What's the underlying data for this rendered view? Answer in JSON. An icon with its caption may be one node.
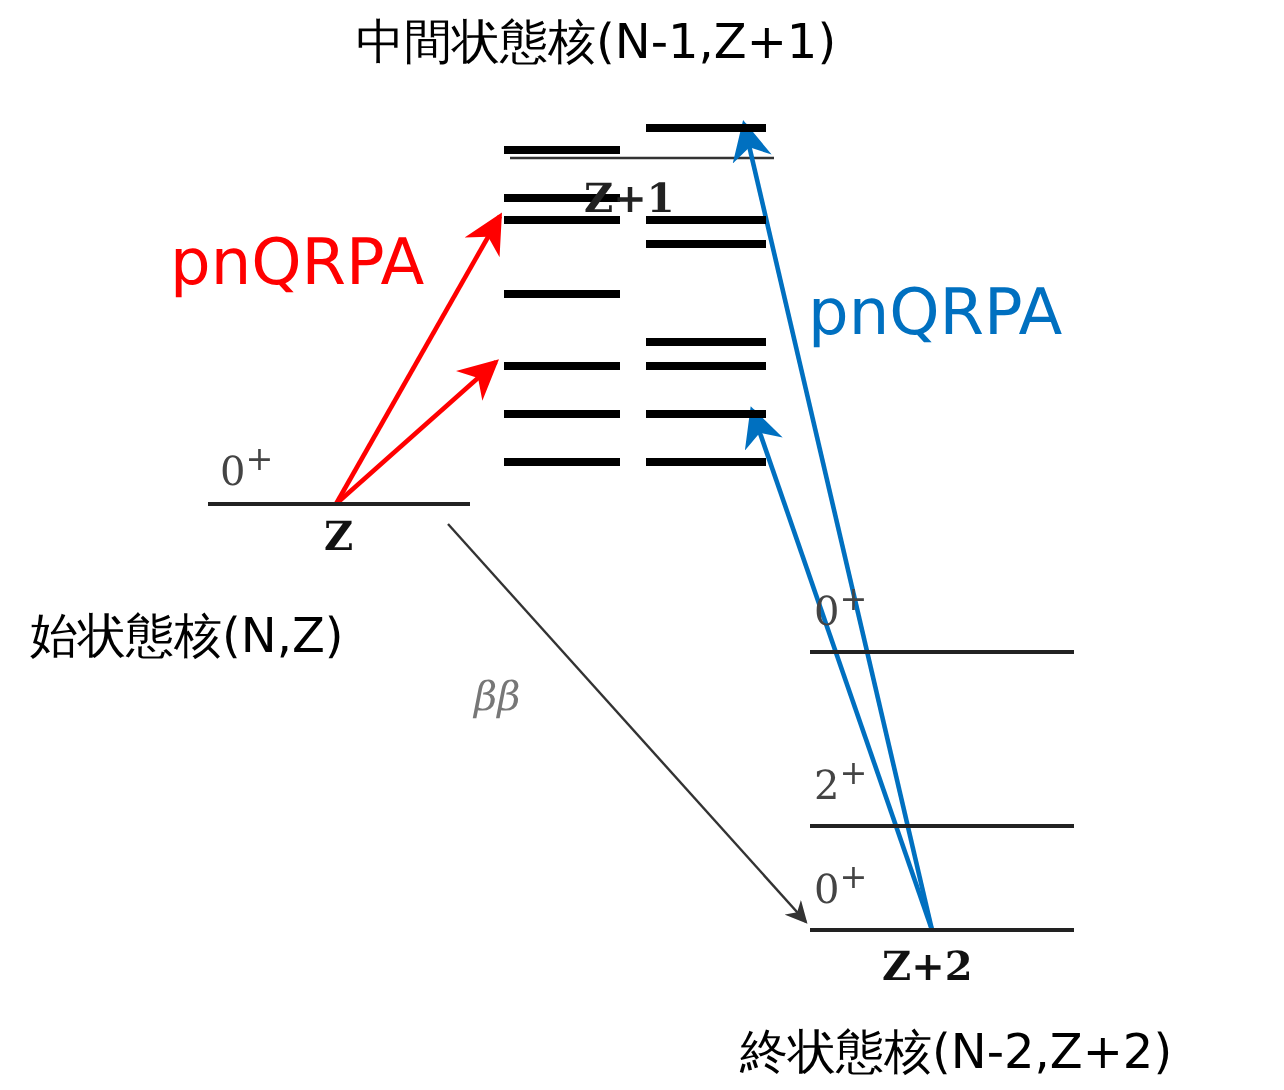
{
  "diagram": {
    "title": "中間状態核(N-1,Z+1)",
    "nodes": [
      {
        "text": [
          "0$^{+}$",
          "Z"
        ],
        "beside": [
          "始状態核(N,Z)"
        ]
      },
      {
        "text": [],
        "shape": "bar"
      },
      {
        "text": [],
        "shape": "bar"
      },
      {
        "text": [],
        "shape": "bar"
      },
      {
        "text": [],
        "shape": "bar"
      },
      {
        "text": [],
        "shape": "bar"
      },
      {
        "text": [],
        "shape": "bar"
      },
      {
        "text": [],
        "shape": "bar"
      },
      {
        "text": [],
        "shape": "bar"
      },
      {
        "text": [],
        "shape": "bar"
      },
      {
        "text": [],
        "shape": "bar"
      },
      {
        "text": [],
        "shape": "bar"
      },
      {
        "text": [],
        "shape": "bar"
      },
      {
        "text": [],
        "shape": "bar"
      },
      {
        "text": [],
        "shape": "bar"
      },
      {
        "text": [
          "0$^{+}$"
        ]
      },
      {
        "text": [
          "2$^{+}$"
        ]
      },
      {
        "text": [
          "0$^{+}$",
          "Z+2"
        ],
        "beside": [
          "終状態核(N-2,Z+2)"
        ]
      }
    ],
    "edges": [
      {
        "from": 0,
        "to": 3,
        "arrow": "to",
        "color": "#ff0000"
      },
      {
        "from": 0,
        "to": 5,
        "arrow": "to",
        "color": "#ff0000"
      },
      {
        "from": 17,
        "to": 8,
        "arrow": "to",
        "color": "#0070c0"
      },
      {
        "from": 17,
        "to": 13,
        "arrow": "to",
        "color": "#0070c0"
      },
      {
        "from": 0,
        "to": 17,
        "arrow": "to",
        "color": "#333333",
        "label": "ββ"
      }
    ],
    "labels": [
      "Z+1",
      "pnQRPA",
      "pnQRPA"
    ]
  }
}
